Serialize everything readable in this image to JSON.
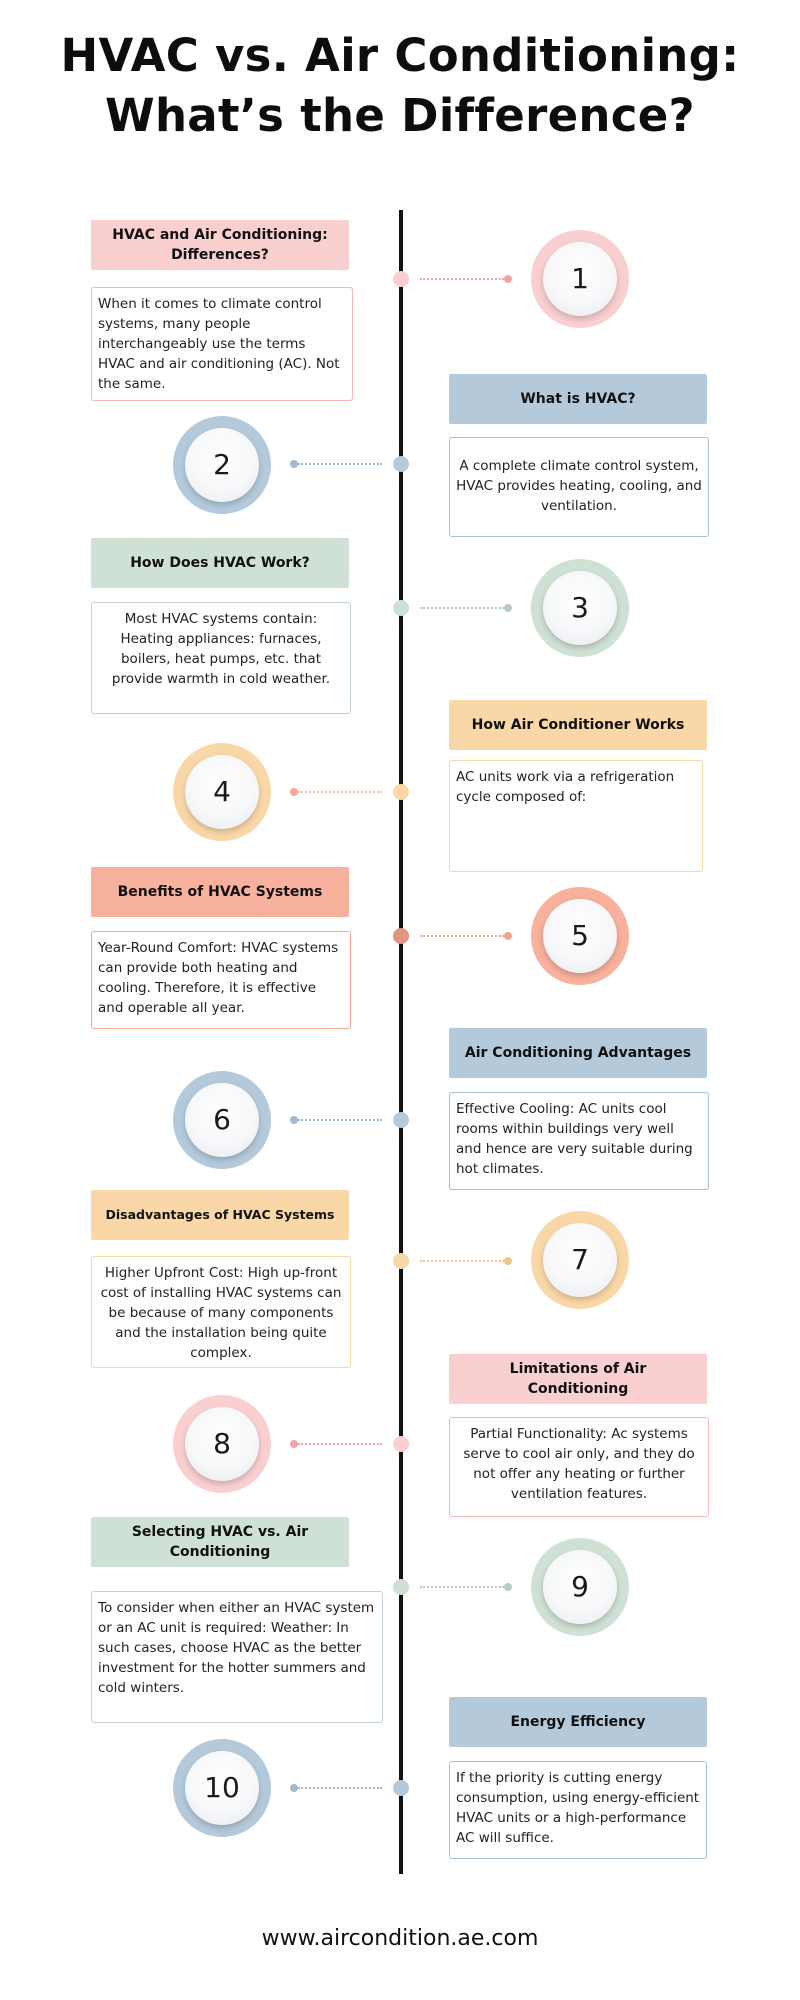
{
  "title": {
    "line1": "HVAC vs. Air Conditioning:",
    "line2": "What’s the Difference?"
  },
  "colors": {
    "pink": "#f9cfd0",
    "blue": "#b4cadb",
    "green": "#cfe0d4",
    "orange": "#fad7a7",
    "salmon": "#f8b19c"
  },
  "steps": [
    {
      "number": "1",
      "heading": "HVAC and Air Conditioning: Differences?",
      "text": "When it comes to climate control systems, many people interchangeably use the terms HVAC and air conditioning (AC). Not the same."
    },
    {
      "number": "2",
      "heading": "What is HVAC?",
      "text": "A complete climate control system, HVAC provides heating, cooling, and ventilation."
    },
    {
      "number": "3",
      "heading": "How Does HVAC Work?",
      "text": "Most HVAC systems contain: Heating appliances: furnaces, boilers, heat pumps, etc. that provide warmth in cold weather."
    },
    {
      "number": "4",
      "heading": "How Air Conditioner Works",
      "text": "AC units work via a refrigeration cycle composed of:"
    },
    {
      "number": "5",
      "heading": "Benefits of HVAC Systems",
      "text": "Year-Round Comfort: HVAC systems can provide both heating and cooling. Therefore, it is effective and operable all year."
    },
    {
      "number": "6",
      "heading": "Air Conditioning Advantages",
      "text": "Effective Cooling: AC units cool rooms within buildings very well and hence are very suitable during hot climates."
    },
    {
      "number": "7",
      "heading": "Disadvantages of HVAC Systems",
      "text": "Higher Upfront Cost: High up-front cost of installing HVAC systems can be because of many components and the installation being quite complex."
    },
    {
      "number": "8",
      "heading": "Limitations of Air Conditioning",
      "text": "Partial Functionality: Ac systems serve to cool air only, and they do not offer any heating or further ventilation features."
    },
    {
      "number": "9",
      "heading": "Selecting HVAC vs. Air Conditioning",
      "text": "To consider when either an HVAC system or an AC unit is required: Weather: In such cases, choose HVAC as the better investment for the hotter summers and cold winters."
    },
    {
      "number": "10",
      "heading": "Energy Efficiency",
      "text": "If the priority is cutting energy consumption, using energy-efficient HVAC units or a high-performance AC will suffice."
    }
  ],
  "footer": "www.aircondition.ae.com"
}
